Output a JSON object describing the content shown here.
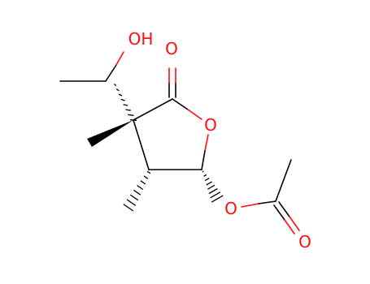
{
  "molecule": {
    "atoms": {
      "hydroxyl": {
        "text": "OH",
        "color": "#ff0d0d"
      },
      "carbonyl_oxygen": {
        "text": "O",
        "color": "#ff0d0d"
      },
      "ring_oxygen": {
        "text": "O",
        "color": "#ff0d0d"
      },
      "ester_oxygen": {
        "text": "O",
        "color": "#ff0d0d"
      },
      "acetyl_carbonyl_oxygen": {
        "text": "O",
        "color": "#ff0d0d"
      }
    },
    "colors": {
      "bond": "#000000",
      "heteroatom": "#ff0d0d",
      "background": "#ffffff"
    }
  }
}
